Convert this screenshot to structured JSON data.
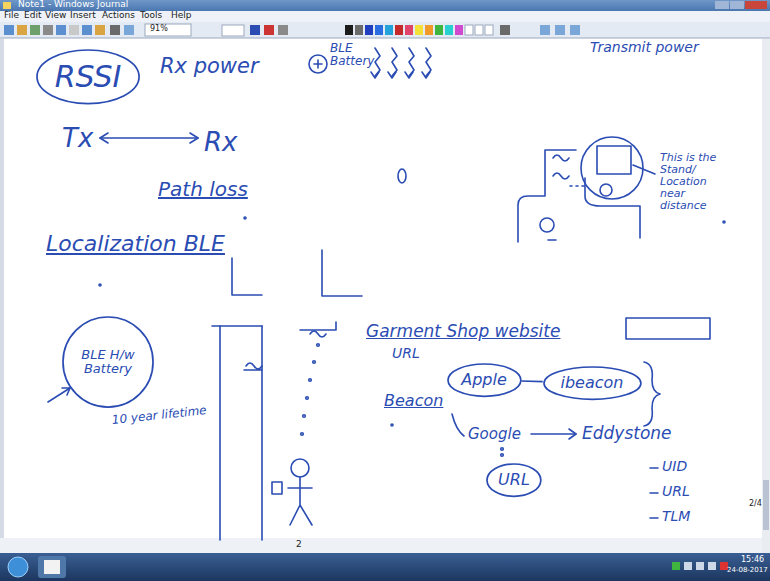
{
  "diagram": {
    "nodes": [
      {
        "text": [
          "RSSI"
        ]
      },
      {
        "text": [
          "BLE H/w Battery"
        ]
      },
      {
        "text": [
          "Apple"
        ]
      },
      {
        "text": [
          "ibeacon"
        ]
      },
      {
        "text": [
          "URL"
        ]
      }
    ],
    "edges": [
      {
        "from": 2,
        "to": 3,
        "arrow": "none"
      }
    ],
    "labels": [
      "Note1 - Windows Journal",
      "File",
      "Edit",
      "View",
      "Insert",
      "Actions",
      "Tools",
      "Help",
      "91%",
      "Rx power",
      "BLE Battery",
      "Transmit power",
      "Tx",
      "Rx",
      "Path loss",
      "Localization BLE",
      "This is the Stand/ Location near distance",
      "Garment Shop website",
      "URL",
      "Beacon",
      "10 year lifetime",
      "Google",
      "Eddystone",
      "UID",
      "URL",
      "TLM",
      "2",
      "2/4",
      "15:46",
      "24-08-2017"
    ]
  }
}
